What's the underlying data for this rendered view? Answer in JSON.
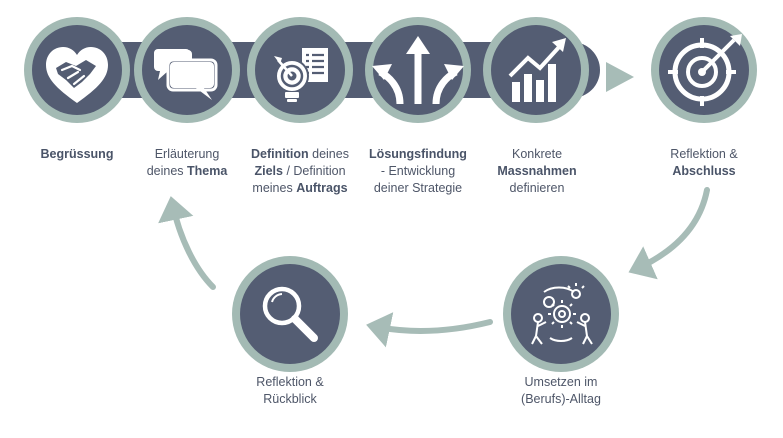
{
  "colors": {
    "navy": "#545d73",
    "ring": "#a3bab4",
    "arrow": "#a7bcb7",
    "text": "#4e5668",
    "white": "#ffffff"
  },
  "steps": [
    {
      "id": "begruessung",
      "icon": "handshake-heart-icon",
      "lines": [
        [
          {
            "t": "Begrüssung",
            "b": true
          }
        ]
      ]
    },
    {
      "id": "erlaeuterung",
      "icon": "speech-bubbles-icon",
      "lines": [
        [
          {
            "t": "Erläuterung",
            "b": false
          }
        ],
        [
          {
            "t": "deines ",
            "b": false
          },
          {
            "t": "Thema",
            "b": true
          }
        ]
      ]
    },
    {
      "id": "definition",
      "icon": "target-lightbulb-icon",
      "lines": [
        [
          {
            "t": "Definition",
            "b": true
          },
          {
            "t": " deines",
            "b": false
          }
        ],
        [
          {
            "t": "Ziels",
            "b": true
          },
          {
            "t": " / Definition",
            "b": false
          }
        ],
        [
          {
            "t": "meines ",
            "b": false
          },
          {
            "t": "Auftrags",
            "b": true
          }
        ]
      ]
    },
    {
      "id": "loesungsfindung",
      "icon": "split-arrows-icon",
      "lines": [
        [
          {
            "t": "Lösungsfindung",
            "b": true
          }
        ],
        [
          {
            "t": "- Entwicklung",
            "b": false
          }
        ],
        [
          {
            "t": "deiner Strategie",
            "b": false
          }
        ]
      ]
    },
    {
      "id": "massnahmen",
      "icon": "growth-chart-icon",
      "lines": [
        [
          {
            "t": "Konkrete",
            "b": false
          }
        ],
        [
          {
            "t": "Massnahmen",
            "b": true
          }
        ],
        [
          {
            "t": "definieren",
            "b": false
          }
        ]
      ]
    },
    {
      "id": "reflektion-abschluss",
      "icon": "target-arrow-icon",
      "lines": [
        [
          {
            "t": "Reflektion &",
            "b": false
          }
        ],
        [
          {
            "t": "Abschluss",
            "b": true
          }
        ]
      ]
    },
    {
      "id": "umsetzen",
      "icon": "team-gears-icon",
      "lines": [
        [
          {
            "t": "Umsetzen im",
            "b": false
          }
        ],
        [
          {
            "t": "(Berufs)-Alltag",
            "b": false
          }
        ]
      ]
    },
    {
      "id": "rueckblick",
      "icon": "magnifier-icon",
      "lines": [
        [
          {
            "t": "Reflektion &",
            "b": false
          }
        ],
        [
          {
            "t": "Rückblick",
            "b": false
          }
        ]
      ]
    }
  ]
}
